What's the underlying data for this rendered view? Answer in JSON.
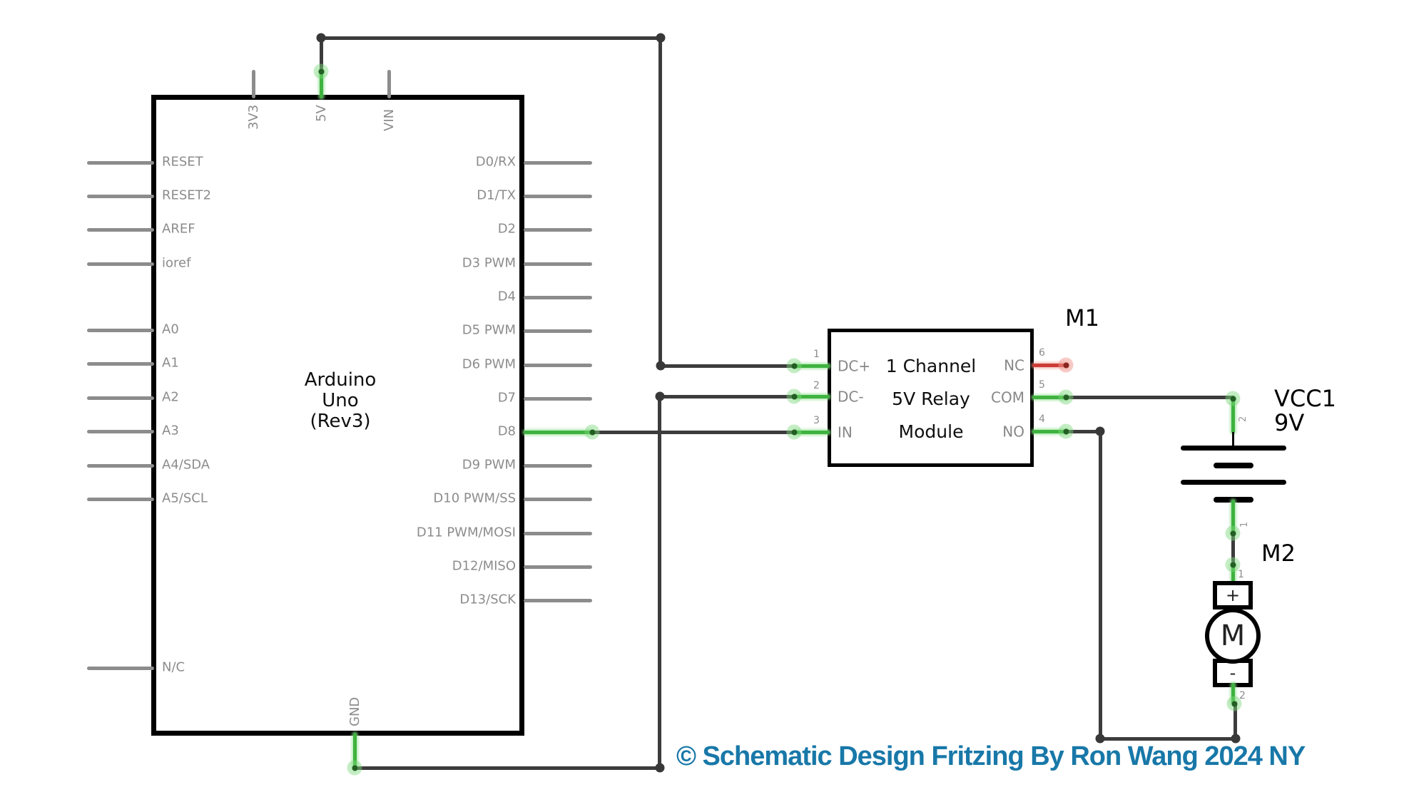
{
  "arduino": {
    "title_lines": {
      "l1": "Arduino",
      "l2": "Uno",
      "l3": "(Rev3)"
    },
    "top_pins": {
      "p0": "3V3",
      "p1": "5V",
      "p2": "VIN"
    },
    "bottom_pin": "GND",
    "left_pins": [
      "RESET",
      "RESET2",
      "AREF",
      "ioref",
      "A0",
      "A1",
      "A2",
      "A3",
      "A4/SDA",
      "A5/SCL",
      "N/C"
    ],
    "right_pins": [
      "D0/RX",
      "D1/TX",
      "D2",
      "D3 PWM",
      "D4",
      "D5 PWM",
      "D6 PWM",
      "D7",
      "D8",
      "D9 PWM",
      "D10 PWM/SS",
      "D11 PWM/MOSI",
      "D12/MISO",
      "D13/SCK"
    ]
  },
  "relay": {
    "designator": "M1",
    "title_lines": {
      "l1": "1 Channel",
      "l2": "5V Relay",
      "l3": "Module"
    },
    "left_pins": [
      {
        "num": "1",
        "label": "DC+"
      },
      {
        "num": "2",
        "label": "DC-"
      },
      {
        "num": "3",
        "label": "IN"
      }
    ],
    "right_pins": [
      {
        "num": "6",
        "label": "NC"
      },
      {
        "num": "5",
        "label": "COM"
      },
      {
        "num": "4",
        "label": "NO"
      }
    ]
  },
  "battery": {
    "designator": "VCC1",
    "value": "9V",
    "pin_top_num": "2",
    "pin_bottom_num": "1"
  },
  "motor": {
    "designator": "M2",
    "pin_top_num": "1",
    "pin_bottom_num": "2",
    "plus_label": "+",
    "minus_label": "-",
    "letter": "M"
  },
  "footer": {
    "copyright": "© Schematic Design Fritzing By Ron Wang 2024 NY"
  },
  "colors": {
    "wire": "#3c3c3c",
    "pin_idle": "#8c8c8c",
    "pin_connected_green": "#3fb23f",
    "pin_nc_red": "#cd3c37",
    "component_border": "#000000",
    "pin_label_gray": "#8c8c8c",
    "copyright_blue": "#1878a8",
    "background": "#ffffff"
  }
}
